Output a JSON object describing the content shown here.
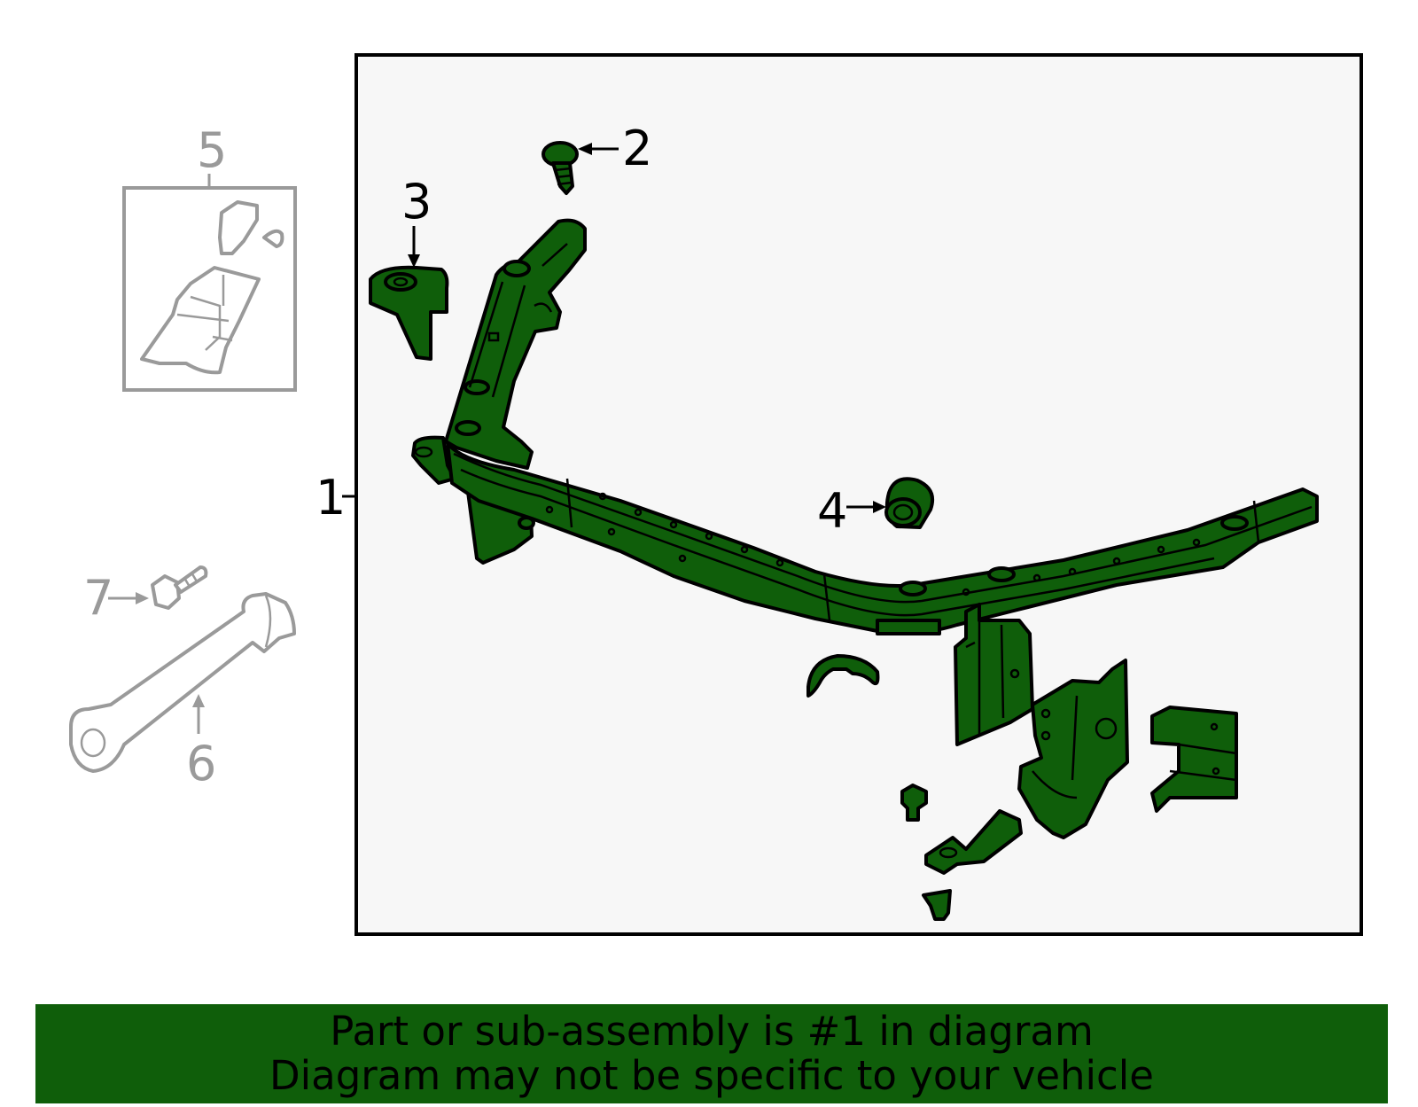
{
  "callouts": {
    "part_1": "1",
    "part_2": "2",
    "part_3": "3",
    "part_4": "4",
    "part_5": "5",
    "part_6": "6",
    "part_7": "7"
  },
  "banner": {
    "line1": "Part or sub-assembly is #1 in diagram",
    "line2": "Diagram may not be specific to your vehicle"
  },
  "colors": {
    "highlight": "#0f5e0a",
    "panel_background": "#f7f7f7",
    "ghost_parts": "#9a9a9a"
  }
}
